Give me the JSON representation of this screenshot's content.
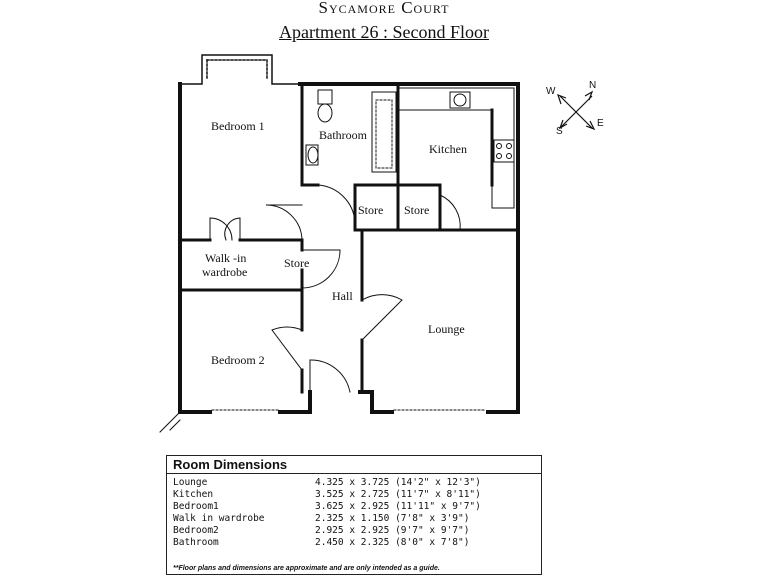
{
  "header": {
    "title": "Sycamore Court",
    "subtitle": "Apartment 26 : Second Floor"
  },
  "rooms": {
    "bedroom1": "Bedroom 1",
    "bathroom": "Bathroom",
    "kitchen": "Kitchen",
    "store1": "Store",
    "store2": "Store",
    "store3": "Store",
    "walkin_line1": "Walk -in",
    "walkin_line2": "wardrobe",
    "hall": "Hall",
    "lounge": "Lounge",
    "bedroom2": "Bedroom 2"
  },
  "compass": {
    "n": "N",
    "e": "E",
    "s": "S",
    "w": "W"
  },
  "dimensions": {
    "heading": "Room Dimensions",
    "rows": [
      {
        "room": "Lounge",
        "size": "4.325 x 3.725 (14'2\" x 12'3\")"
      },
      {
        "room": "Kitchen",
        "size": "3.525 x 2.725 (11'7\" x 8'11\")"
      },
      {
        "room": "Bedroom1",
        "size": "3.625 x 2.925 (11'11\" x 9'7\")"
      },
      {
        "room": "Walk in wardrobe",
        "size": "2.325 x 1.150 (7'8\" x 3'9\")"
      },
      {
        "room": "Bedroom2",
        "size": "2.925 x 2.925 (9'7\" x 9'7\")"
      },
      {
        "room": "Bathroom",
        "size": "2.450 x 2.325 (8'0\" x 7'8\")"
      }
    ],
    "note": "**Floor plans and dimensions are approximate and are only intended as a guide."
  }
}
